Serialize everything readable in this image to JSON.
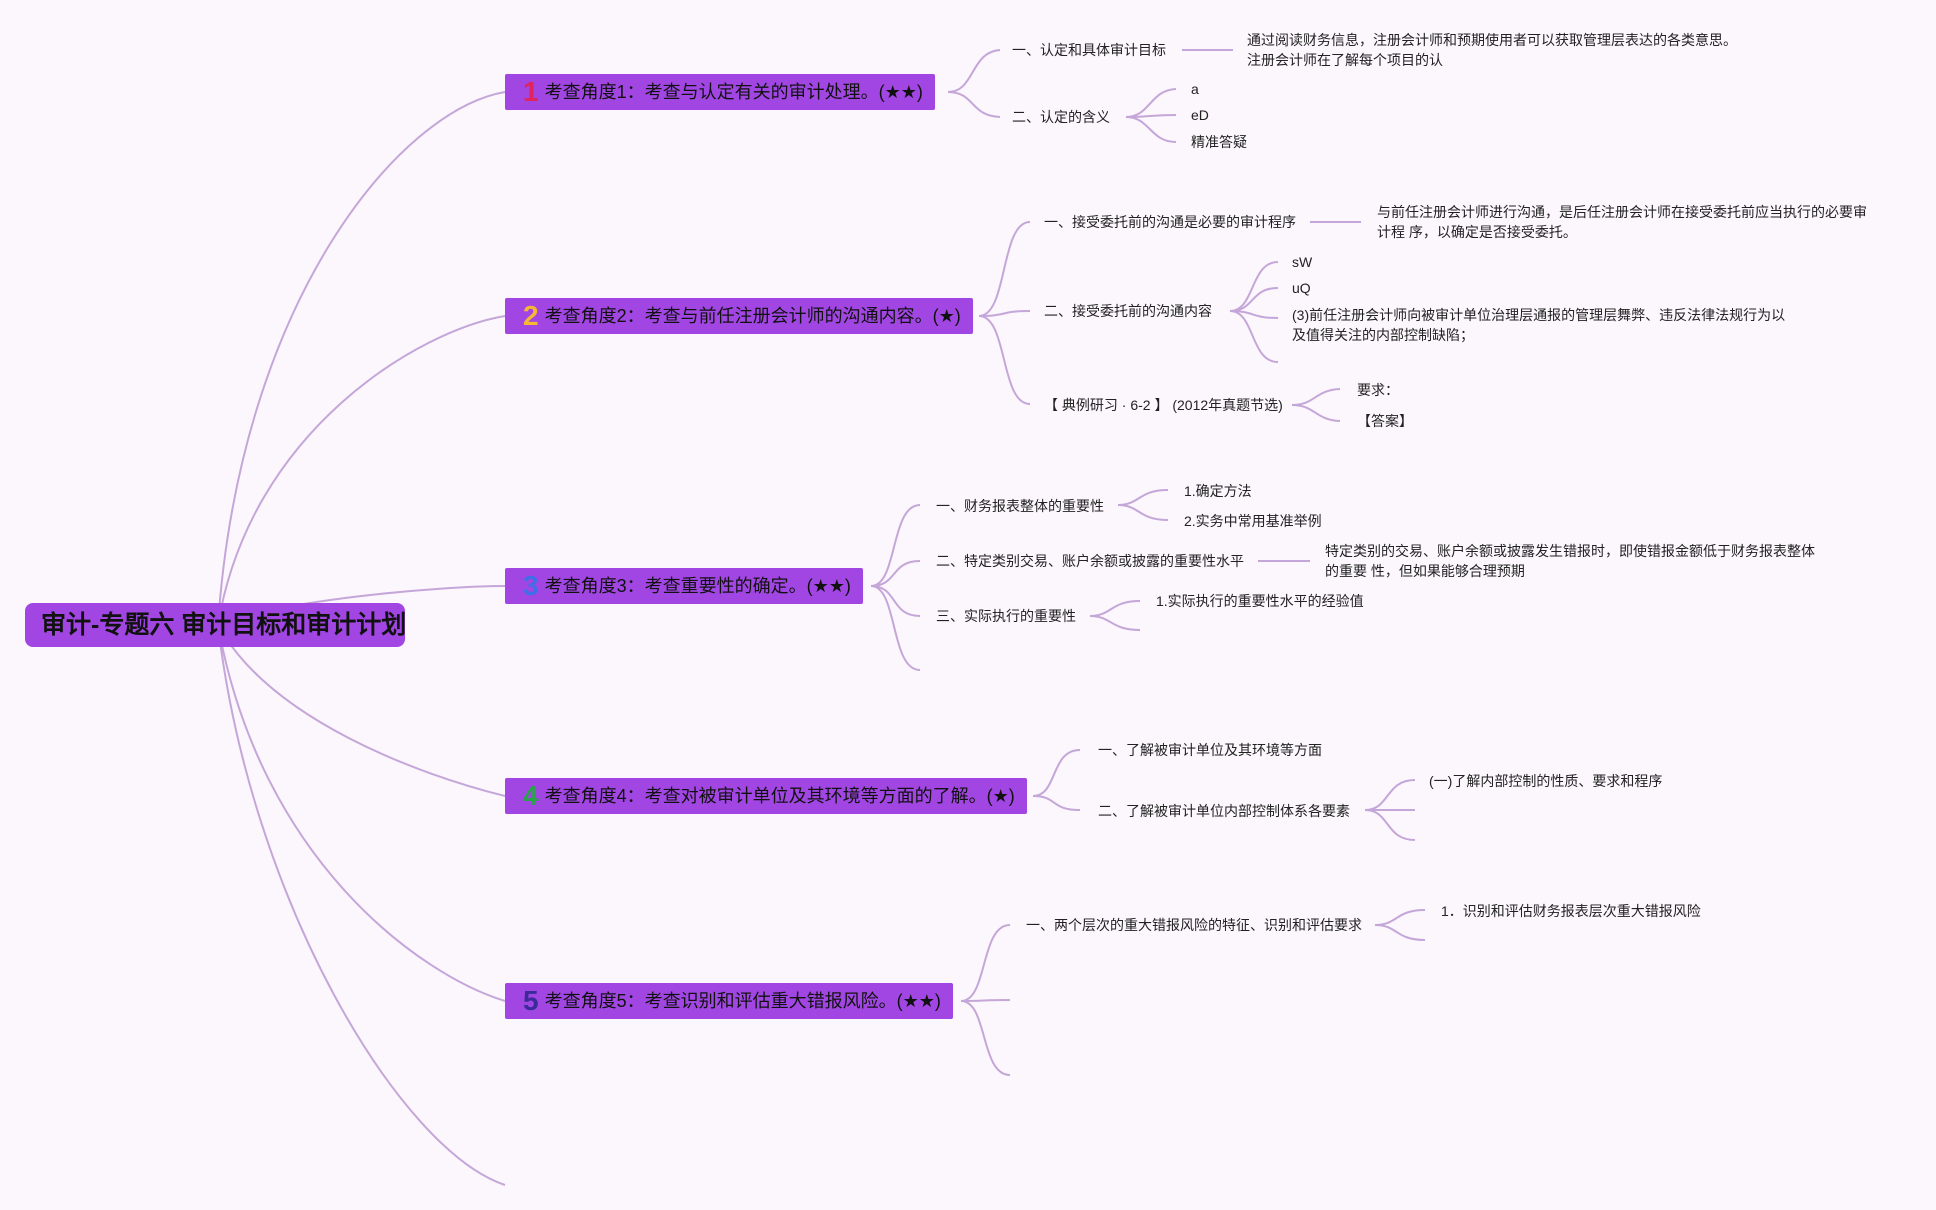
{
  "root": {
    "title": "审计-专题六 审计目标和审计计划"
  },
  "topics": [
    {
      "num": "1",
      "label": "考查角度1：考查与认定有关的审计处理。(★★)"
    },
    {
      "num": "2",
      "label": "考查角度2：考查与前任注册会计师的沟通内容。(★)"
    },
    {
      "num": "3",
      "label": "考查角度3：考查重要性的确定。(★★)"
    },
    {
      "num": "4",
      "label": "考查角度4：考查对被审计单位及其环境等方面的了解。(★)"
    },
    {
      "num": "5",
      "label": "考查角度5：考查识别和评估重大错报风险。(★★)"
    }
  ],
  "t1": {
    "s1": "一、认定和具体审计目标",
    "s1_note_l1": "通过阅读财务信息，注册会计师和预期使用者可以获取管理层表达的各类意思。",
    "s1_note_l2": "注册会计师在了解每个项目的认",
    "s2": "二、认定的含义",
    "s2_items": [
      "a",
      "eD",
      "精准答疑"
    ]
  },
  "t2": {
    "s1": "一、接受委托前的沟通是必要的审计程序",
    "s1_note_l1": "与前任注册会计师进行沟通，是后任注册会计师在接受委托前应当执行的必要审",
    "s1_note_l2": "计程 序，以确定是否接受委托。",
    "s2": "二、接受委托前的沟通内容",
    "s2_items": [
      "sW",
      "uQ"
    ],
    "s2_note_l1": "(3)前任注册会计师向被审计单位治理层通报的管理层舞弊、违反法律法规行为以",
    "s2_note_l2": "及值得关注的内部控制缺陷；",
    "s3": "【 典例研习 · 6-2 】 (2012年真题节选)",
    "s3_items": [
      "要求：",
      "【答案】"
    ]
  },
  "t3": {
    "s1": "一、财务报表整体的重要性",
    "s1_items": [
      "1.确定方法",
      "2.实务中常用基准举例"
    ],
    "s2": "二、特定类别交易、账户余额或披露的重要性水平",
    "s2_note_l1": "特定类别的交易、账户余额或披露发生错报时，即使错报金额低于财务报表整体",
    "s2_note_l2": "的重要 性，但如果能够合理预期",
    "s3": "三、实际执行的重要性",
    "s3_items": [
      "1.实际执行的重要性水平的经验值"
    ]
  },
  "t4": {
    "s1": "一、了解被审计单位及其环境等方面",
    "s2": "二、了解被审计单位内部控制体系各要素",
    "s2_items": [
      "(一)了解内部控制的性质、要求和程序"
    ]
  },
  "t5": {
    "s1": "一、两个层次的重大错报风险的特征、识别和评估要求",
    "s1_items": [
      "1．识别和评估财务报表层次重大错报风险"
    ]
  }
}
